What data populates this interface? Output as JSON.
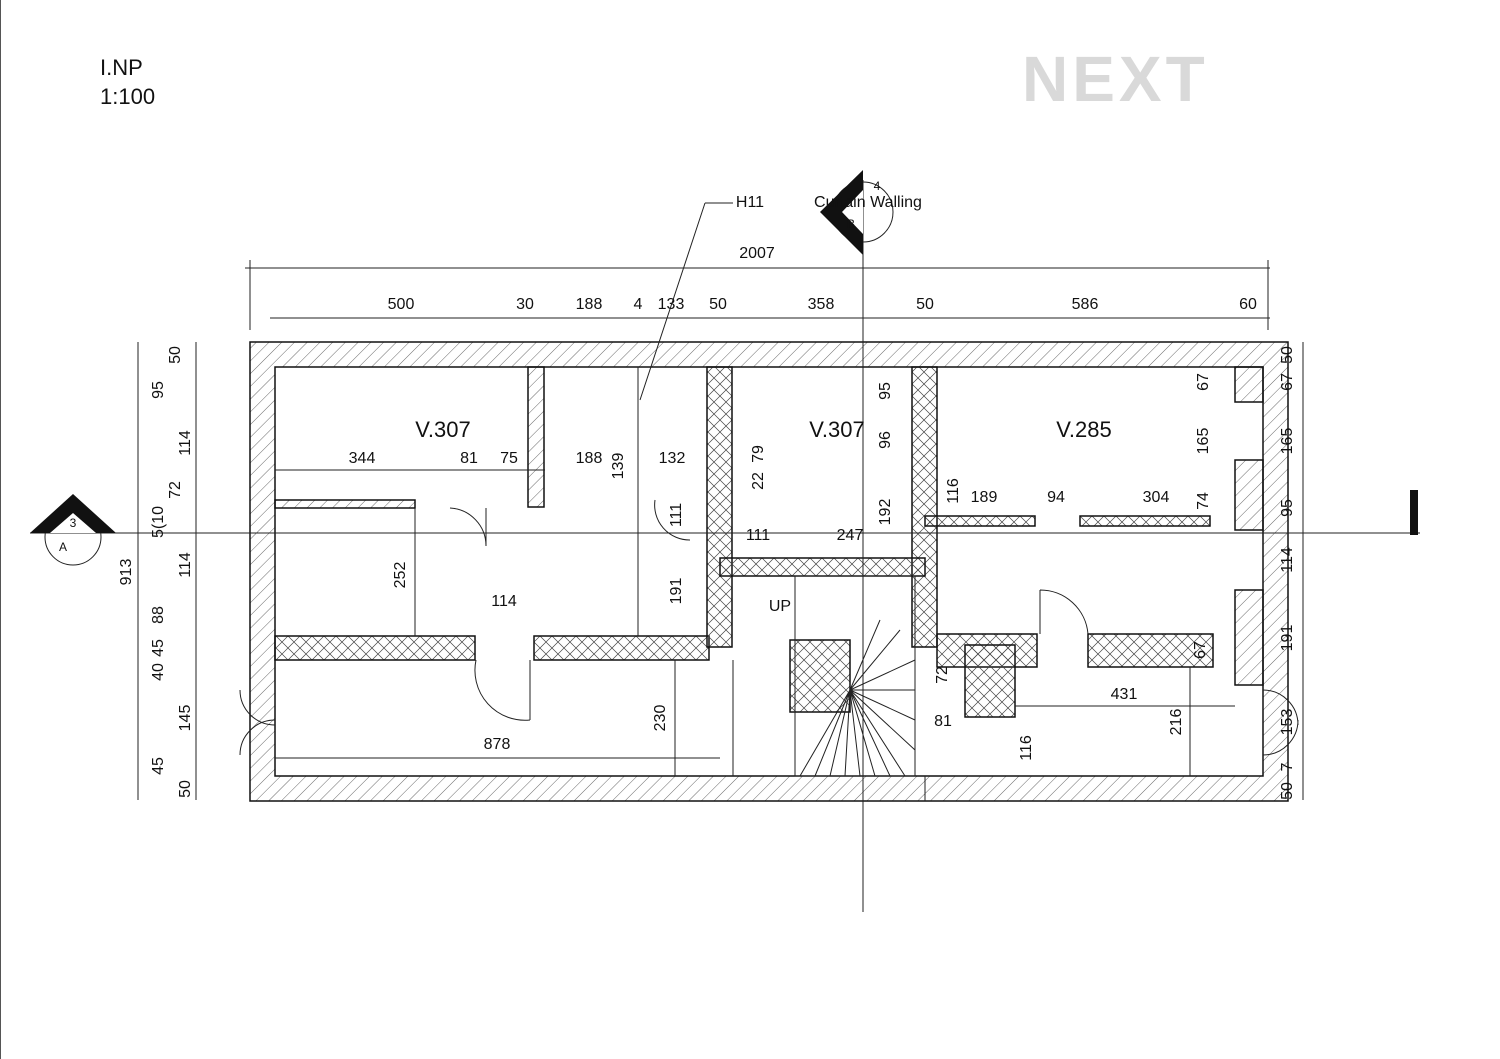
{
  "sheet": {
    "level": "I.NP",
    "scale": "1:100",
    "logo": "NEXT"
  },
  "callouts": {
    "h11": "H11",
    "curtain": "Curtain Walling",
    "section_b_letter": "B",
    "section_b_num": "4",
    "section_a_letter": "A",
    "section_a_num": "3",
    "stair": "UP"
  },
  "rooms": [
    "V.307",
    "V.307",
    "V.285"
  ],
  "overall": {
    "width": "2007",
    "height": "913"
  },
  "top_dims": [
    "500",
    "30",
    "188",
    "4",
    "133",
    "50",
    "358",
    "50",
    "586",
    "60"
  ],
  "left_dims": [
    "50",
    "95",
    "114",
    "72",
    "5(10",
    "114",
    "88",
    "45",
    "40",
    "145",
    "45",
    "50"
  ],
  "right_dims": [
    "50",
    "67",
    "165",
    "95",
    "114",
    "191",
    "153",
    "7",
    "50"
  ],
  "inner_dims": [
    "344",
    "81",
    "75",
    "188",
    "139",
    "132",
    "79",
    "22",
    "96",
    "95",
    "116",
    "189",
    "94",
    "304",
    "74",
    "67",
    "165",
    "111",
    "111",
    "247",
    "192",
    "252",
    "114",
    "191",
    "72",
    "81",
    "431",
    "67",
    "216",
    "116",
    "230",
    "878"
  ]
}
